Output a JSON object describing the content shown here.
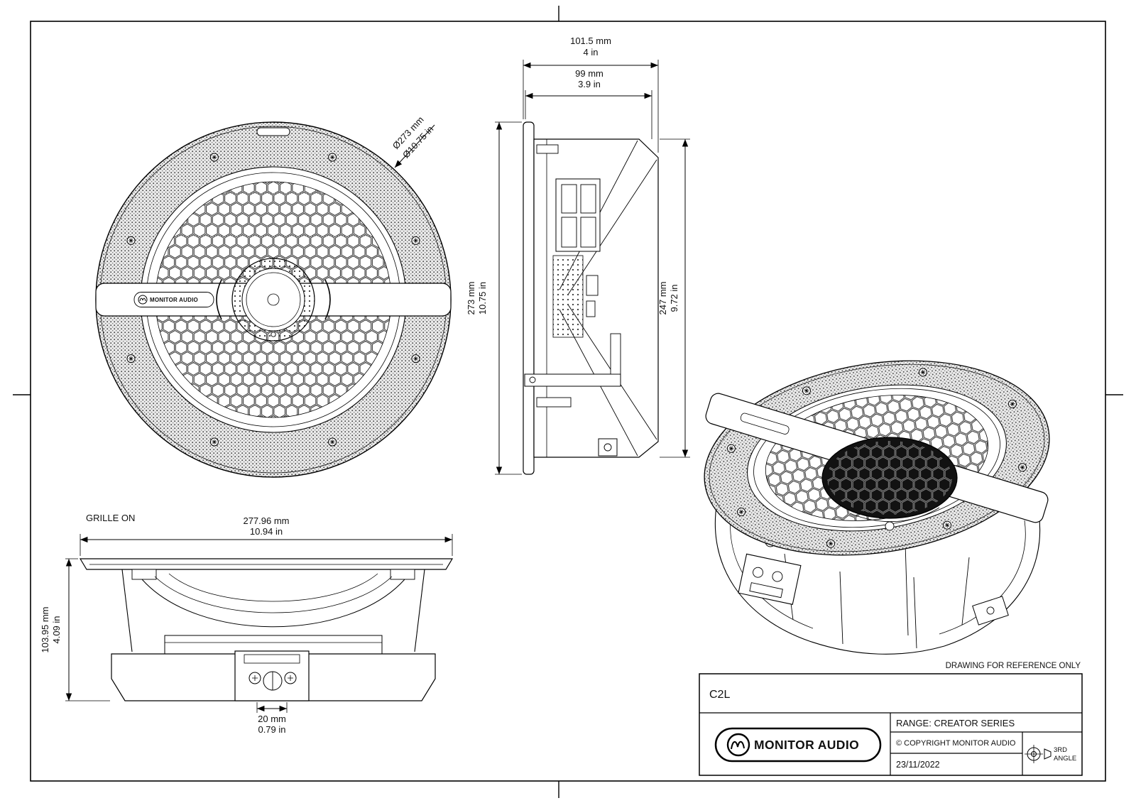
{
  "front_view": {
    "diameter_mm": "Ø273 mm",
    "diameter_in": "Ø10.75 in",
    "brand_plate": "MONITOR AUDIO"
  },
  "side_view": {
    "overall_depth_mm": "101.5 mm",
    "overall_depth_in": "4 in",
    "body_depth_mm": "99 mm",
    "body_depth_in": "3.9 in",
    "overall_height_mm": "273 mm",
    "overall_height_in": "10.75 in",
    "body_height_mm": "247 mm",
    "body_height_in": "9.72 in"
  },
  "grille_view": {
    "label": "GRILLE ON",
    "width_mm": "277.96 mm",
    "width_in": "10.94 in",
    "height_mm": "103.95 mm",
    "height_in": "4.09 in",
    "terminal_width_mm": "20 mm",
    "terminal_width_in": "0.79 in"
  },
  "title_block": {
    "model": "C2L",
    "brand": "MONITOR AUDIO",
    "range": "RANGE: CREATOR SERIES",
    "copyright": "© COPYRIGHT MONITOR AUDIO",
    "date": "23/11/2022",
    "projection_line1": "3RD",
    "projection_line2": "ANGLE",
    "reference_note": "DRAWING FOR REFERENCE ONLY"
  }
}
